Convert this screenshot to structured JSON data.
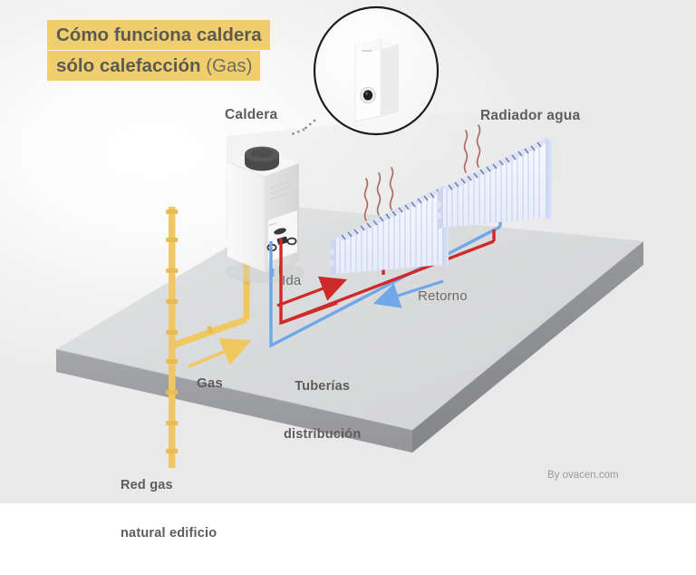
{
  "title": {
    "line1": "Cómo funciona caldera",
    "line2_bold": "sólo calefacción ",
    "line2_soft": "(Gas)",
    "highlight_color": "#f0ce6e",
    "text_color": "#5b5b52"
  },
  "labels": {
    "boiler": "Caldera",
    "radiator": "Radiador agua",
    "flow": "Ida",
    "return": "Retorno",
    "pipes_line1": "Tuberías",
    "pipes_line2": "distribución",
    "gas": "Gas",
    "gas_network_line1": "Red gas",
    "gas_network_line2": "natural edificio"
  },
  "watermark": "By ovacen.com",
  "colors": {
    "gas_pipe": "#f0c860",
    "flow_pipe": "#cf2a2a",
    "return_pipe": "#6fa8e8",
    "heat_wave": "#b06a66",
    "ground_top": "#d9dadb",
    "ground_side": "#8d8e90",
    "boiler_body": "#f2f2f2",
    "radiator_body": "#eef1fb",
    "label_text": "#5d5d5d",
    "background": "#efefef"
  },
  "diagram": {
    "type": "isometric-schematic",
    "subject": "Gas boiler heating-only system",
    "elements": [
      "gas riser pipe",
      "gas branch to boiler",
      "wall-mounted gas boiler",
      "flow pipe (red)",
      "return pipe (blue)",
      "radiator front",
      "radiator rear",
      "heat waves",
      "inset circle boiler photo",
      "ground slab"
    ]
  }
}
